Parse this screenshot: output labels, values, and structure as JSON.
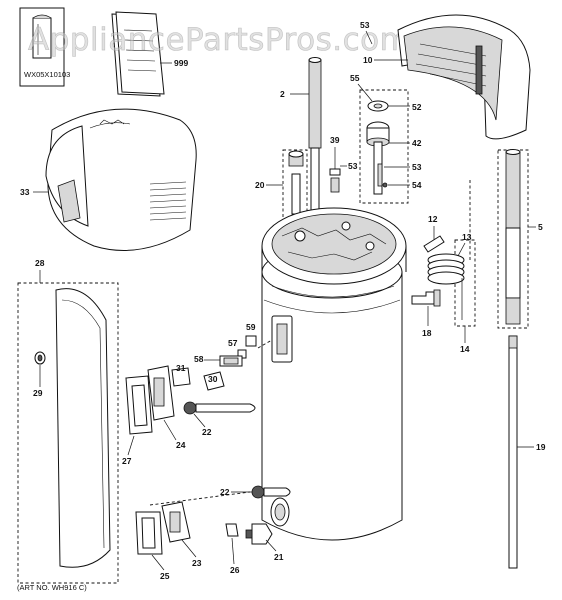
{
  "watermark": "AppliancePartsPros.com",
  "art_number": "(ART NO. WH916 C)",
  "kit_label": "WX05X10103",
  "callouts": {
    "c999": "999",
    "c53a": "53",
    "c10": "10",
    "c2": "2",
    "c55": "55",
    "c52": "52",
    "c42": "42",
    "c39": "39",
    "c53b": "53",
    "c53c": "53",
    "c54": "54",
    "c20": "20",
    "c33": "33",
    "c5": "5",
    "c12": "12",
    "c13": "13",
    "c28": "28",
    "c29": "29",
    "c18": "18",
    "c14": "14",
    "c59": "59",
    "c57": "57",
    "c58": "58",
    "c30": "30",
    "c31": "31",
    "c22a": "22",
    "c24": "24",
    "c27": "27",
    "c19": "19",
    "c22b": "22",
    "c23": "23",
    "c21": "21",
    "c26": "26",
    "c25": "25"
  }
}
